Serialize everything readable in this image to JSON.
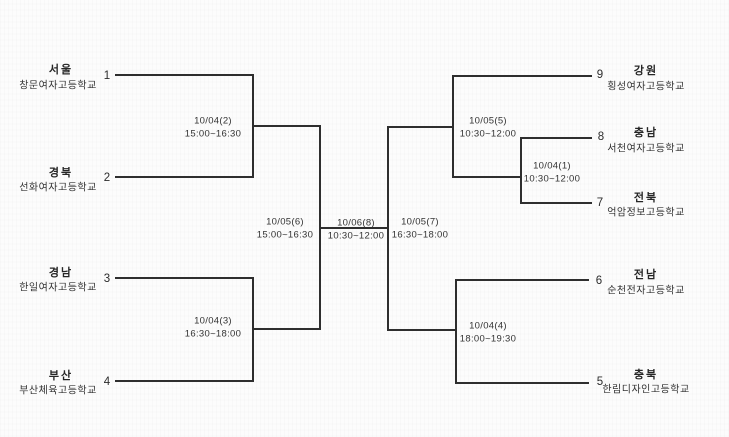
{
  "colors": {
    "line": "#2e2e2e",
    "text": "#2b2b2b",
    "background": "#fcfcfc"
  },
  "bracket": {
    "teams_left": [
      {
        "seed": "1",
        "region": "서울",
        "school": "창문여자고등학교"
      },
      {
        "seed": "2",
        "region": "경북",
        "school": "선화여자고등학교"
      },
      {
        "seed": "3",
        "region": "경남",
        "school": "한일여자고등학교"
      },
      {
        "seed": "4",
        "region": "부산",
        "school": "부산체육고등학교"
      }
    ],
    "teams_right": [
      {
        "seed": "9",
        "region": "강원",
        "school": "횡성여자고등학교"
      },
      {
        "seed": "8",
        "region": "충남",
        "school": "서천여자고등학교"
      },
      {
        "seed": "7",
        "region": "전북",
        "school": "억암정보고등학교"
      },
      {
        "seed": "6",
        "region": "전남",
        "school": "순천전자고등학교"
      },
      {
        "seed": "5",
        "region": "충북",
        "school": "한림디자인고등학교"
      }
    ],
    "matches": {
      "m1": {
        "date": "10/04(1)",
        "time": "10:30~12:00"
      },
      "m2": {
        "date": "10/04(2)",
        "time": "15:00~16:30"
      },
      "m3": {
        "date": "10/04(3)",
        "time": "16:30~18:00"
      },
      "m4": {
        "date": "10/04(4)",
        "time": "18:00~19:30"
      },
      "m5": {
        "date": "10/05(5)",
        "time": "10:30~12:00"
      },
      "m6": {
        "date": "10/05(6)",
        "time": "15:00~16:30"
      },
      "m7": {
        "date": "10/05(7)",
        "time": "16:30~18:00"
      },
      "m8": {
        "date": "10/06(8)",
        "time": "10:30~12:00"
      }
    }
  }
}
